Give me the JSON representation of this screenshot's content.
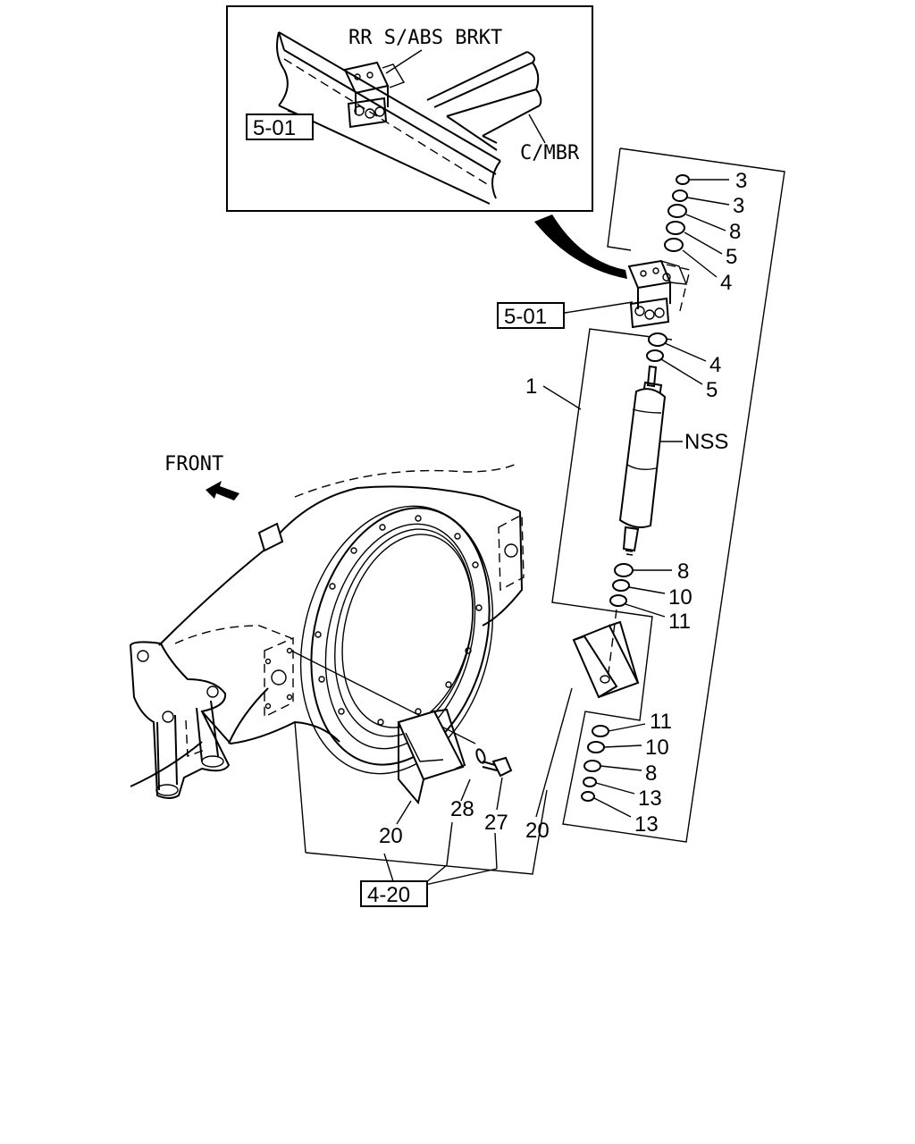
{
  "inset": {
    "bracket_label": "RR S/ABS BRKT",
    "crossmember_label": "C/MBR",
    "ref": "5-01"
  },
  "refs": {
    "shock_bracket": "5-01",
    "axle_bracket_group": "4-20"
  },
  "labels": {
    "front": "FRONT",
    "nss": "NSS"
  },
  "callouts": {
    "top_nut_a": "3",
    "top_nut_b": "3",
    "top_washer_8": "8",
    "top_bush_5": "5",
    "top_retainer_4": "4",
    "lower_retainer_4": "4",
    "lower_bush_5": "5",
    "shock_absorber": "1",
    "mid_washer_8": "8",
    "mid_bush_10": "10",
    "mid_retainer_11": "11",
    "bot_retainer_11": "11",
    "bot_bush_10": "10",
    "bot_washer_8": "8",
    "bot_nut_13a": "13",
    "bot_nut_13b": "13",
    "bracket_20_left": "20",
    "bolt_28": "28",
    "bolt_27": "27",
    "bracket_20_right": "20"
  }
}
